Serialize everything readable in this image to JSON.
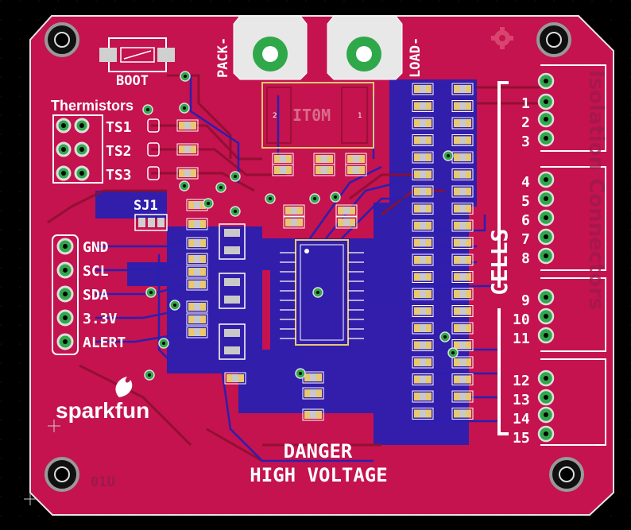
{
  "board": {
    "colors": {
      "background": "#000000",
      "board": "#c4134f",
      "copper_top": "#b1153a",
      "copper_bottom": "#2a1fb0",
      "silk": "#ffffff",
      "pad": "#c9c9c9",
      "via": "#2fa84a",
      "smd": "#e8c870"
    },
    "labels": {
      "boot": "BOOT",
      "thermistors": "Thermistors",
      "ts1": "TS1",
      "ts2": "TS2",
      "ts3": "TS3",
      "sj1": "SJ1",
      "gnd": "GND",
      "scl": "SCL",
      "sda": "SDA",
      "v33": "3.3V",
      "alert": "ALERT",
      "pack": "PACK-",
      "load": "LOAD-",
      "cells": "CELLS",
      "danger": "DANGER",
      "high_voltage": "HIGH VOLTAGE",
      "logo": "sparkfun",
      "version": "01U",
      "ic_marker": "IT0M",
      "cell_numbers": [
        "1",
        "2",
        "3",
        "4",
        "5",
        "6",
        "7",
        "8",
        "9",
        "10",
        "11",
        "12",
        "13",
        "14",
        "15"
      ]
    }
  }
}
